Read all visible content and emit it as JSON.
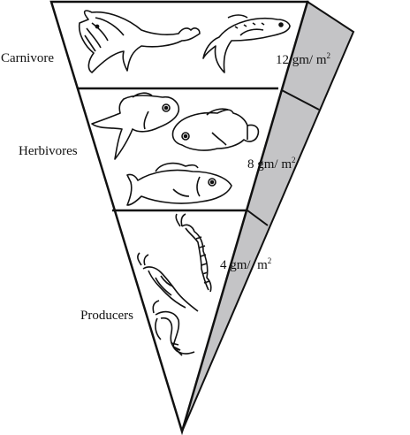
{
  "levels": [
    {
      "name": "Carnivore",
      "value_prefix": "12 gm/ m",
      "exponent": "2",
      "animals": [
        "whale",
        "trout"
      ]
    },
    {
      "name": "Herbivores",
      "value_prefix": "8 gm/ m",
      "exponent": "2",
      "animals": [
        "fish",
        "fish",
        "fish"
      ]
    },
    {
      "name": "Producers",
      "value_prefix": "4 gm/  m",
      "exponent": "2",
      "animals": [
        "shrimp",
        "shrimp",
        "shrimp"
      ]
    }
  ],
  "colors": {
    "outline": "#111111",
    "side_face": "#c4c4c6",
    "fill": "#ffffff"
  }
}
